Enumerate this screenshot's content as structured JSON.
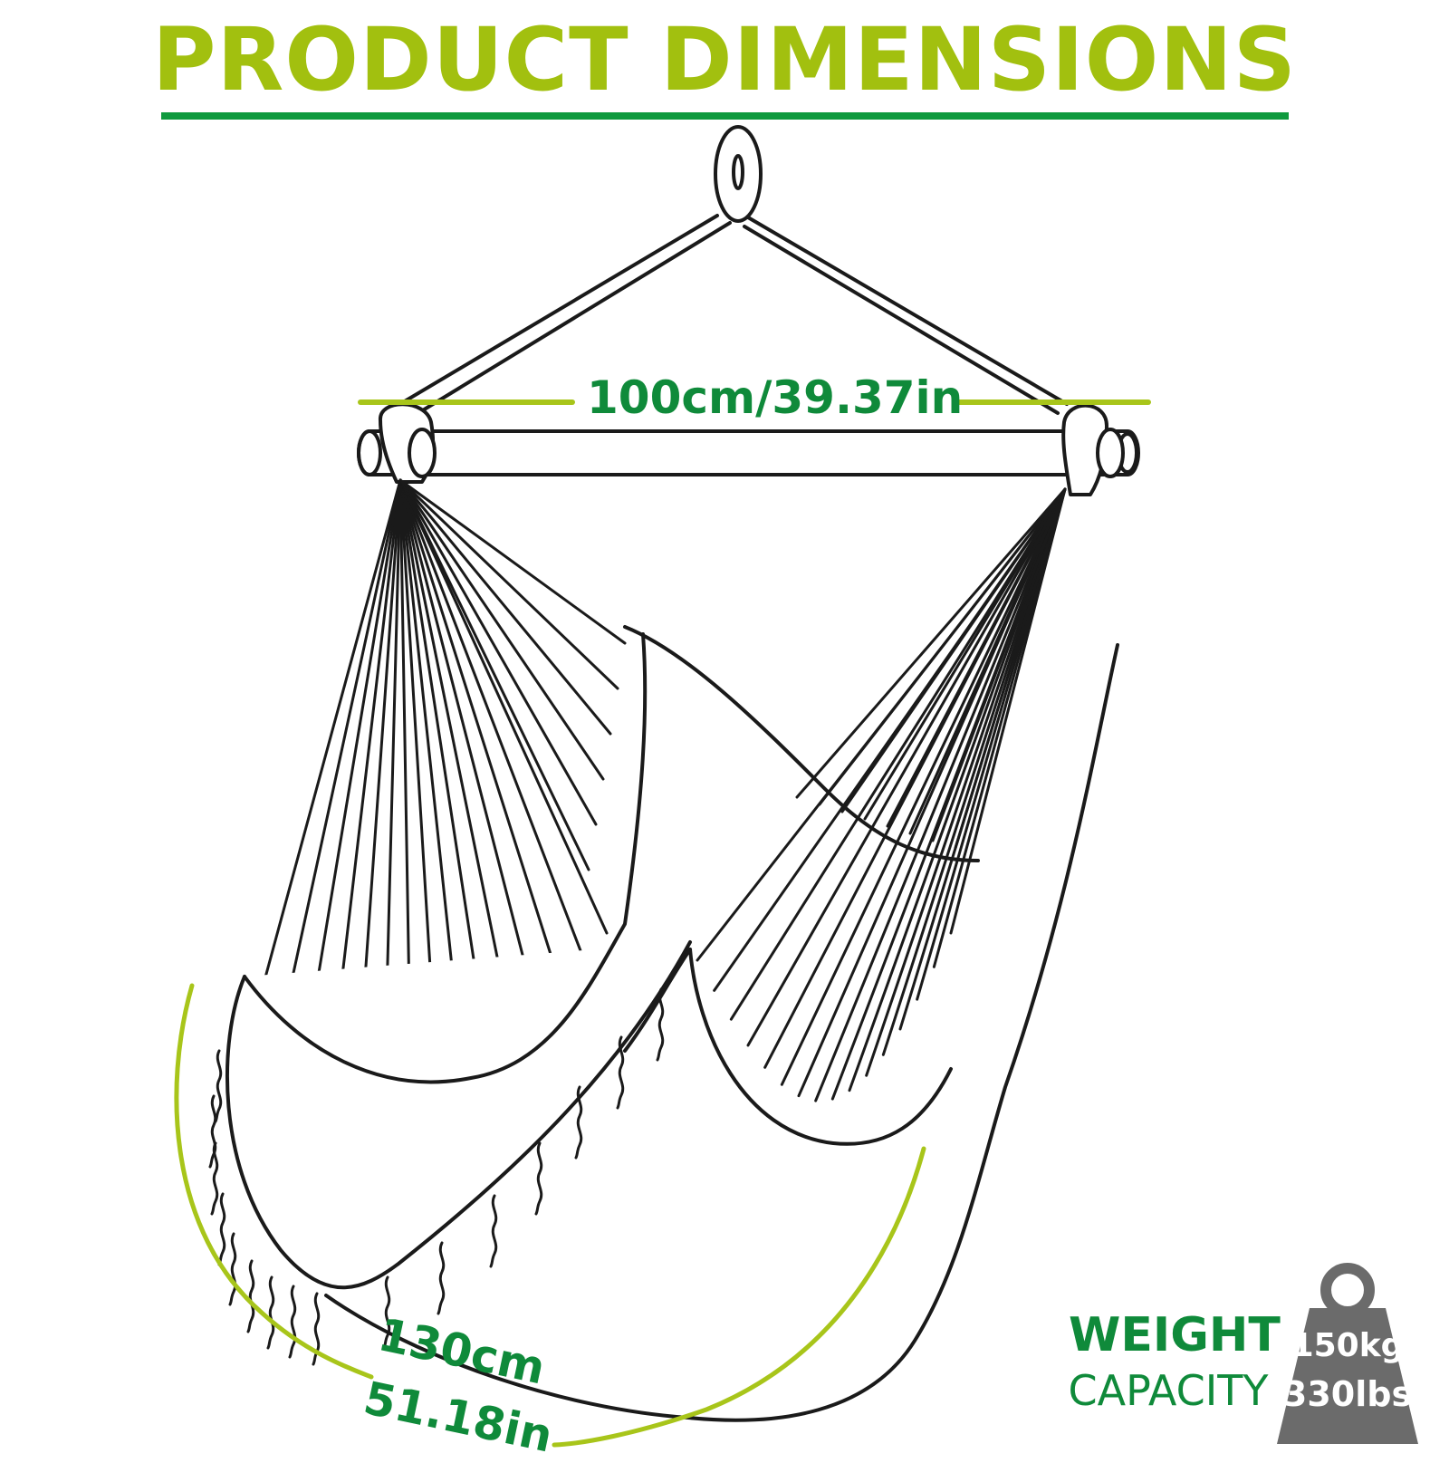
{
  "title": "PRODUCT DIMENSIONS",
  "colors": {
    "title": "#a2c00f",
    "rule": "#0f9a3e",
    "dimension_text": "#0f8a3a",
    "dimension_line": "#a8c51a",
    "drawing": "#1a1a1a",
    "weight_icon": "#6b6b6b",
    "weight_icon_text": "#ffffff",
    "weight_text": "#0f8a3a"
  },
  "width_dimension": {
    "label": "100cm/39.37in"
  },
  "length_dimension": {
    "line1": "130cm",
    "line2": "51.18in"
  },
  "weight_capacity": {
    "line1": "WEIGHT",
    "line2": "CAPACITY",
    "kg": "150kg",
    "lbs": "330lbs",
    "icon": "weight-icon"
  }
}
